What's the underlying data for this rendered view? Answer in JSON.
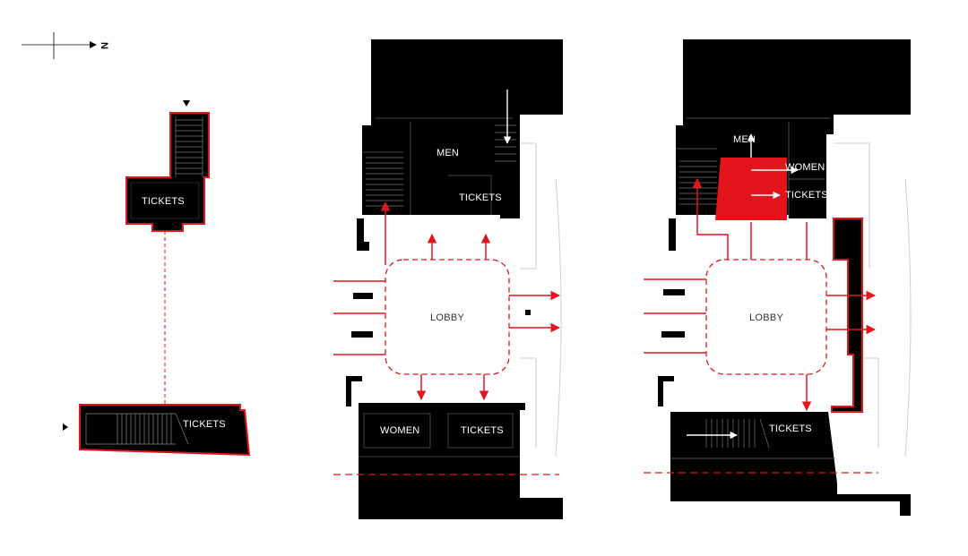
{
  "compass": {
    "letter": "N"
  },
  "panel_1": {
    "upper_booth": "TICKETS",
    "lower_booth": "TICKETS"
  },
  "panel_2": {
    "men": "MEN",
    "tickets": "TICKETS",
    "lobby": "LOBBY",
    "women": "WOMEN",
    "tickets_bottom": "TICKETS"
  },
  "panel_3": {
    "men": "MEN",
    "women": "WOMEN",
    "tickets": "TICKETS",
    "lobby": "LOBBY",
    "tickets_bottom": "TICKETS"
  },
  "colors": {
    "accent": "#e3141b",
    "wall": "#000000",
    "label": "#ffffff"
  }
}
